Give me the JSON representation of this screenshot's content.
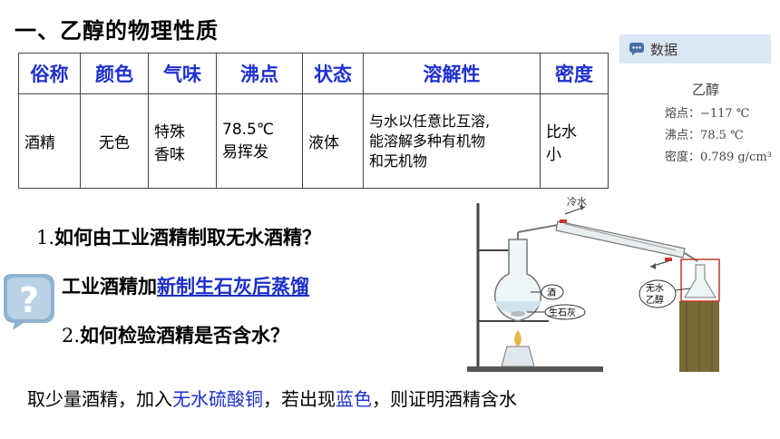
{
  "title": "一、乙醇的物理性质",
  "table": {
    "headers": [
      "俗称",
      "颜色",
      "气味",
      "沸点",
      "状态",
      "溶解性",
      "密度"
    ],
    "row": {
      "common_name": "酒精",
      "color": "无色",
      "odor_line1": "特殊",
      "odor_line2": "香味",
      "boiling_point": "78.5℃",
      "boiling_note": "易挥发",
      "state": "液体",
      "solubility_line1": "与水以任意比互溶,",
      "solubility_line2": "能溶解多种有机物",
      "solubility_line3": "和无机物",
      "density_line1": "比水",
      "density_line2": "小"
    }
  },
  "data_panel": {
    "header": "数据",
    "substance": "乙醇",
    "melting": "熔点：−117 ℃",
    "boiling": "沸点：78.5 ℃",
    "density": "密度：0.789 g/cm³"
  },
  "q1": {
    "num": "1.",
    "text": "如何由工业酒精制取无水酒精？"
  },
  "a1": {
    "prefix": "工业酒精加",
    "highlight": "新制生石灰后蒸馏"
  },
  "q2": {
    "num": "2.",
    "text": "如何检验酒精是否含水？"
  },
  "answer2": {
    "p1": "取少量酒精，加入",
    "h1": "无水硫酸铜",
    "p2": "，若出现",
    "h2": "蓝色",
    "p3": "，则证明酒精含水"
  },
  "diagram": {
    "cold_water": "冷水",
    "alcohol": "酒",
    "quicklime": "生石灰",
    "product_line1": "无水",
    "product_line2": "乙醇"
  },
  "colors": {
    "accent_blue": "#1f2fd0",
    "red": "#d81b1b",
    "panel_bg": "#dbe7f3"
  }
}
